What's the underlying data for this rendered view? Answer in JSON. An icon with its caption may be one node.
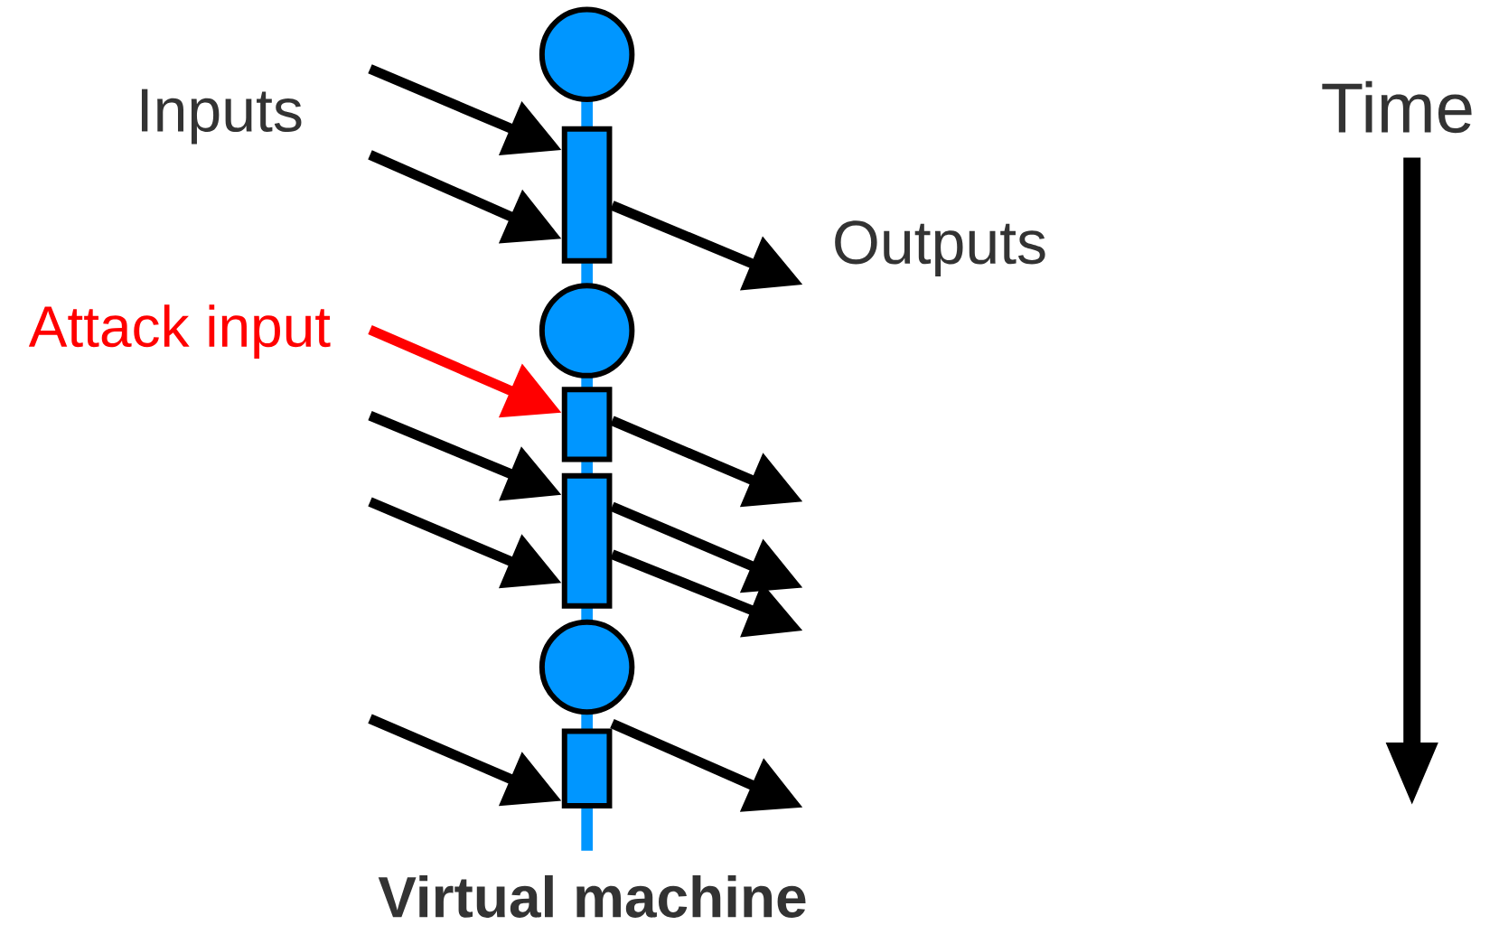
{
  "diagram": {
    "nodes": [
      {
        "text": [],
        "shape": "circle"
      },
      {
        "text": [],
        "shape": "box"
      },
      {
        "text": [],
        "shape": "circle"
      },
      {
        "text": [],
        "shape": "box"
      },
      {
        "text": [],
        "shape": "box"
      },
      {
        "text": [],
        "shape": "circle"
      },
      {
        "text": [],
        "shape": "box"
      }
    ],
    "edges": [
      {
        "from": null,
        "to": 1,
        "arrow": "to"
      },
      {
        "from": null,
        "to": 1,
        "arrow": "to"
      },
      {
        "from": 1,
        "to": null,
        "arrow": "to"
      },
      {
        "from": null,
        "to": 3,
        "arrow": "to",
        "color": "#ff0000"
      },
      {
        "from": 3,
        "to": null,
        "arrow": "to"
      },
      {
        "from": null,
        "to": 4,
        "arrow": "to"
      },
      {
        "from": 4,
        "to": null,
        "arrow": "to"
      },
      {
        "from": null,
        "to": 4,
        "arrow": "to"
      },
      {
        "from": 4,
        "to": null,
        "arrow": "to"
      },
      {
        "from": null,
        "to": 6,
        "arrow": "to"
      },
      {
        "from": 6,
        "to": null,
        "arrow": "to"
      }
    ],
    "labels": [
      "Inputs",
      "Time",
      "Outputs",
      "Attack input",
      "Virtual machine"
    ]
  }
}
